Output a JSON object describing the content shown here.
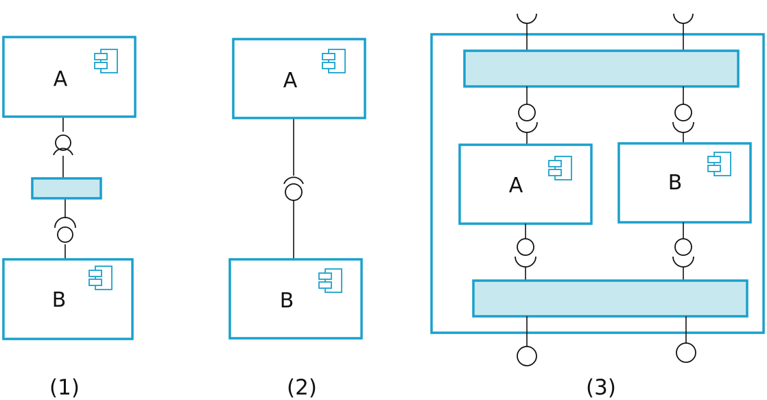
{
  "colors": {
    "accent": "#1aa0cc",
    "connector_fill": "#c8e8f0",
    "line": "#111111"
  },
  "diagram1": {
    "component_a": "A",
    "component_b": "B",
    "caption": "(1)"
  },
  "diagram2": {
    "component_a": "A",
    "component_b": "B",
    "caption": "(2)"
  },
  "diagram3": {
    "component_a": "A",
    "component_b": "B",
    "caption": "(3)"
  },
  "icons": [
    "component-icon",
    "provided-interface-icon",
    "required-interface-icon"
  ]
}
